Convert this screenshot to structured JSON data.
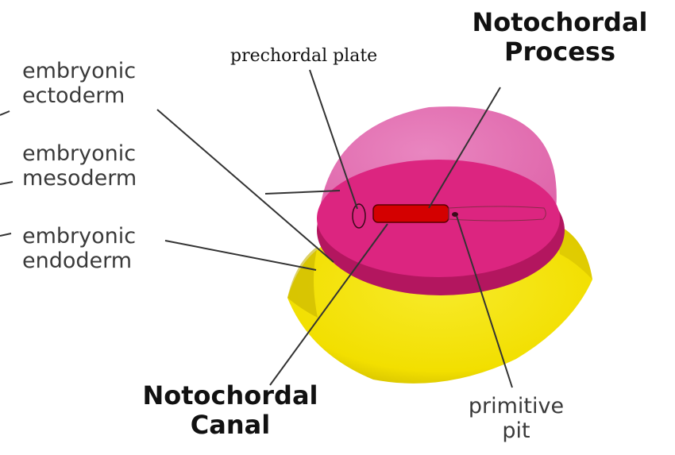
{
  "diagram": {
    "labels": {
      "ectoderm": [
        "embryonic",
        "ectoderm"
      ],
      "mesoderm": [
        "embryonic",
        "mesoderm"
      ],
      "endoderm": [
        "embryonic",
        "endoderm"
      ],
      "prechordal_plate": "prechordal plate",
      "notochordal_process": [
        "Notochordal",
        "Process"
      ],
      "notochordal_canal": [
        "Notochordal",
        "Canal"
      ],
      "primitive_pit": [
        "primitive",
        "pit"
      ]
    },
    "colors": {
      "amnion_pink": "#e26fb0",
      "disc_magenta": "#d91f7c",
      "disc_rim": "#b5145f",
      "yolk_yellow": "#f2e100",
      "yolk_shade": "#d8c500",
      "process_red": "#cc0000",
      "line": "#333333"
    }
  }
}
